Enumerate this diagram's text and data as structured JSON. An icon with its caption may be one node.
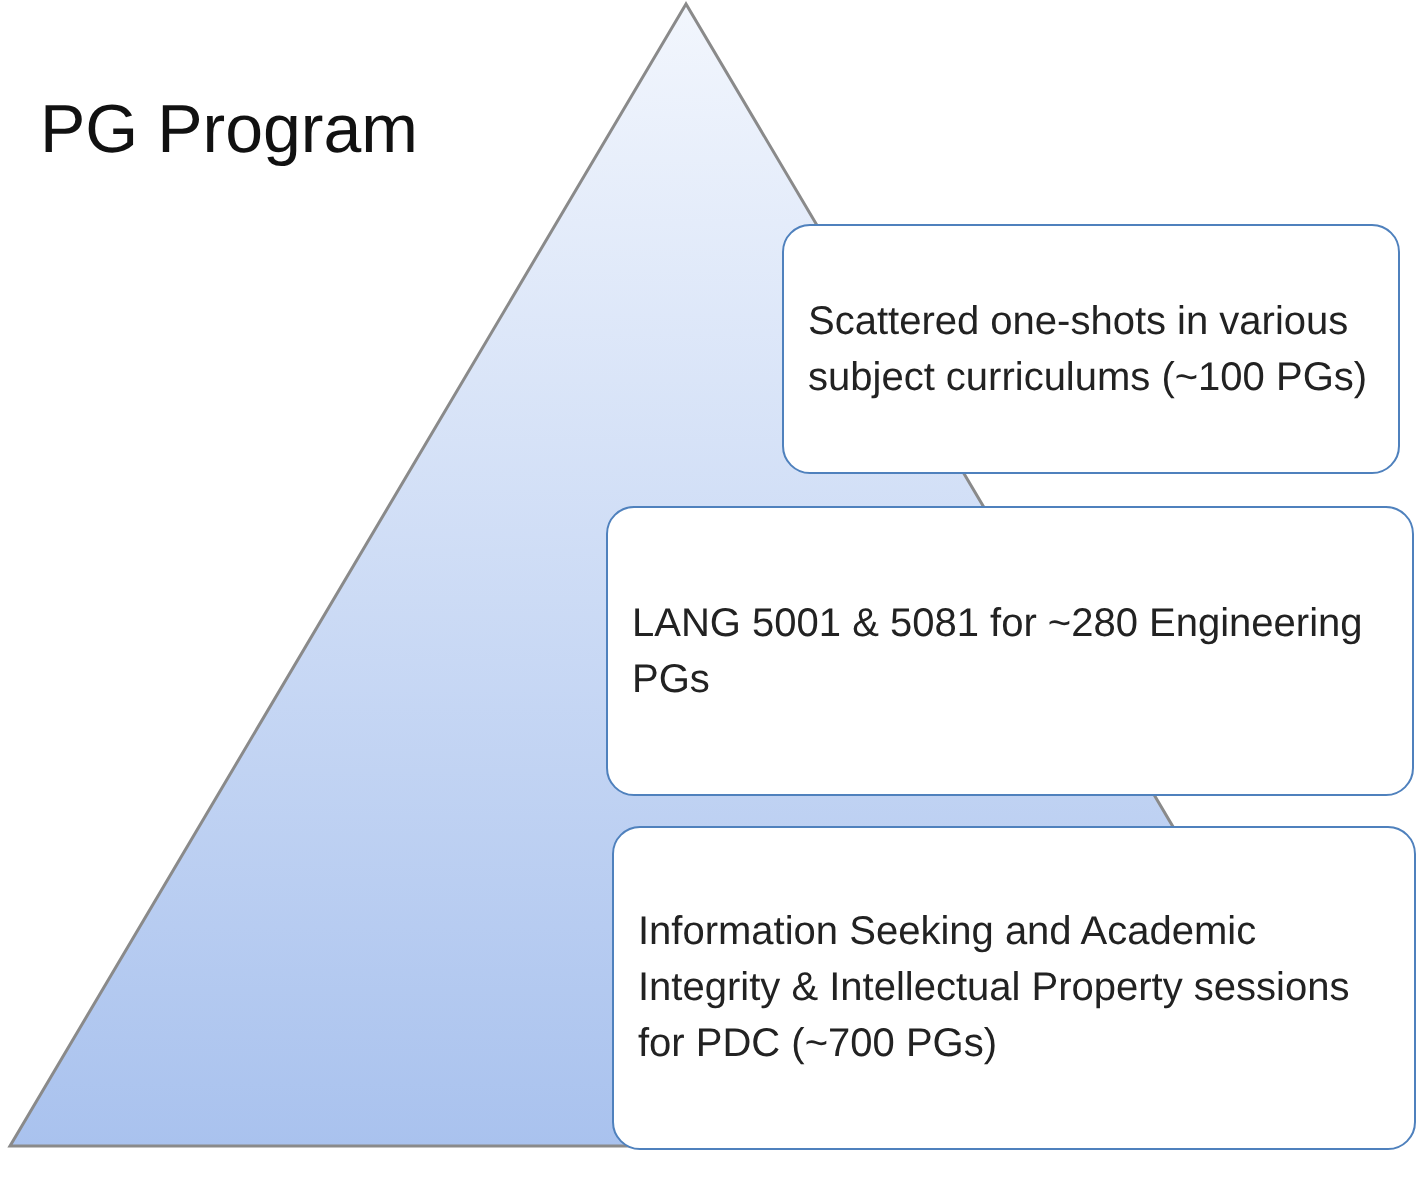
{
  "diagram": {
    "nodes": [
      {
        "text": [
          "PG Program"
        ]
      },
      {
        "text": [
          "Scattered one-shots in various subject curriculums (~100 PGs)"
        ]
      },
      {
        "text": [
          "LANG 5001 & 5081 for ~280 Engineering PGs"
        ]
      },
      {
        "text": [
          "Information Seeking and Academic Integrity & Intellectual Property sessions for PDC (~700 PGs)"
        ]
      }
    ]
  }
}
